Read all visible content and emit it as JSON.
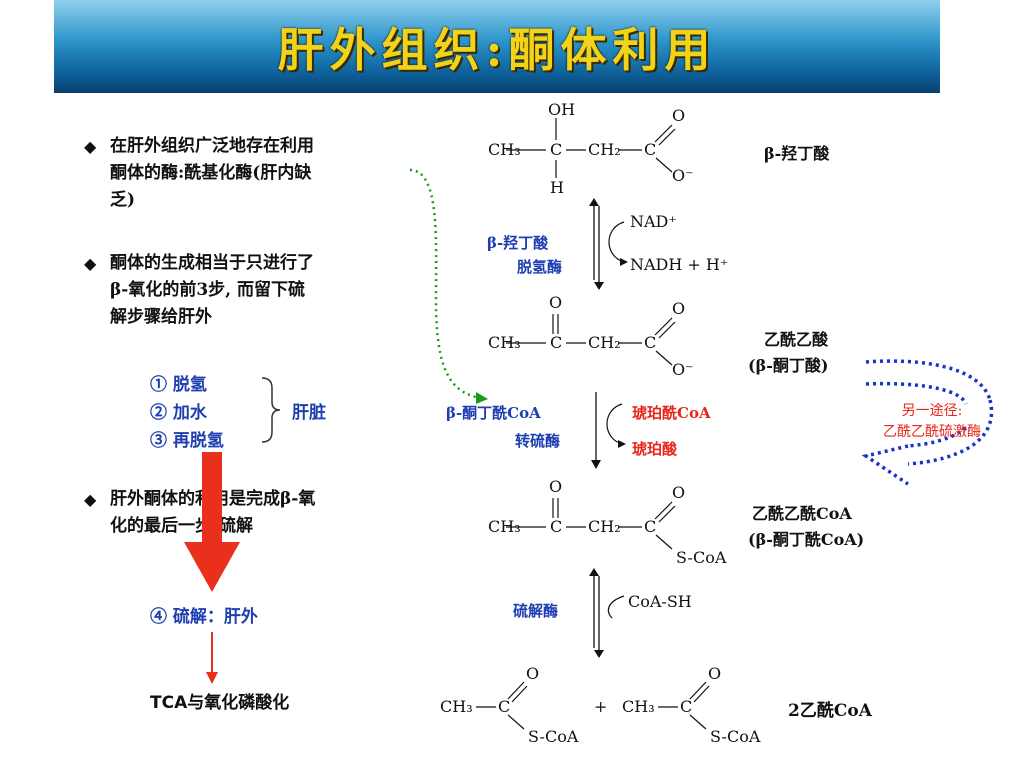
{
  "title": "肝外组织:酮体利用",
  "bullets": [
    {
      "l1": "在肝外组织广泛地存在利用",
      "l2": "酮体的酶:酰基化酶(肝内缺",
      "l3": "乏)"
    },
    {
      "l1": "酮体的生成相当于只进行了",
      "l2": "β-氧化的前3步, 而留下硫",
      "l3": "解步骤给肝外"
    },
    {
      "l1": "肝外酮体的利用是完成β-氧",
      "l2": "化的最后一步-硫解"
    }
  ],
  "steps": {
    "s1": "① 脱氢",
    "s2": "② 加水",
    "s3": "③ 再脱氢",
    "liver": "肝脏",
    "s4": "④ 硫解：肝外",
    "final": "TCA与氧化磷酸化"
  },
  "compounds": {
    "c1": "β-羟丁酸",
    "c2a": "乙酰乙酸",
    "c2b": "(β-酮丁酸)",
    "c3a": "乙酰乙酰CoA",
    "c3b": "(β-酮丁酰CoA)",
    "c4": "2乙酰CoA"
  },
  "enzymes": {
    "e1a": "β-羟丁酸",
    "e1b": "脱氢酶",
    "nad": "NAD⁺",
    "nadh": "NADH + H⁺",
    "e2a": "β-酮丁酰CoA",
    "e2b": "转硫酶",
    "succoa": "琥珀酰CoA",
    "succ": "琥珀酸",
    "e3": "硫解酶",
    "coash": "CoA-SH"
  },
  "struct": {
    "oh": "OH",
    "o": "O",
    "ominus": "O⁻",
    "h": "H",
    "ch3": "CH₃",
    "ch2": "CH₂",
    "c": "C",
    "scoa": "S-CoA",
    "plus": "+"
  },
  "alternative": {
    "l1": "另一途径:",
    "l2": "乙酰乙酰硫激酶"
  },
  "colors": {
    "blue": "#1f3fb0",
    "red": "#e8261b",
    "cyan": "#1aa6d6",
    "magenta": "#e01d6a",
    "green": "#1a9b1a"
  }
}
